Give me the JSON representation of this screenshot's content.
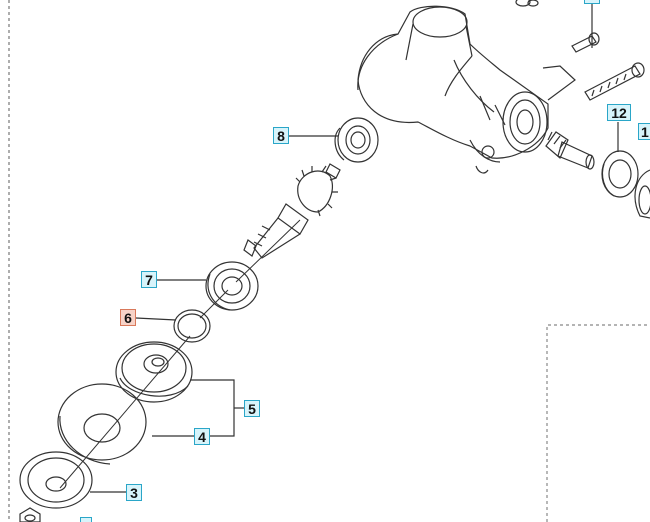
{
  "diagram": {
    "type": "exploded-parts-view",
    "callouts": [
      {
        "id": "c8",
        "label": "8",
        "highlight": "blue"
      },
      {
        "id": "c7",
        "label": "7",
        "highlight": "blue"
      },
      {
        "id": "c6",
        "label": "6",
        "highlight": "red"
      },
      {
        "id": "c5",
        "label": "5",
        "highlight": "blue"
      },
      {
        "id": "c4",
        "label": "4",
        "highlight": "blue"
      },
      {
        "id": "c3",
        "label": "3",
        "highlight": "blue"
      },
      {
        "id": "c12",
        "label": "12",
        "highlight": "blue"
      },
      {
        "id": "c1x",
        "label": "1",
        "highlight": "blue"
      }
    ]
  },
  "colors": {
    "line": "#333333",
    "callout_fill": "#d7f4fb",
    "callout_border": "#2aa6c8",
    "highlight_fill": "#f7d3c8",
    "highlight_border": "#d9795b",
    "dashed_border": "#888888"
  }
}
